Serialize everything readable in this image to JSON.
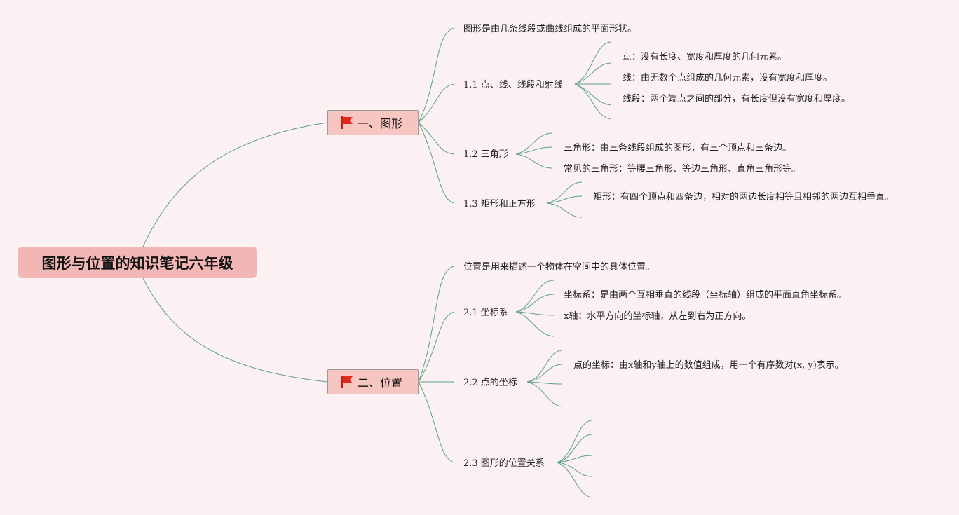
{
  "root": {
    "title": "图形与位置的知识笔记六年级"
  },
  "topics": [
    {
      "label": "一、图形",
      "icon": "red-flag-icon",
      "children": [
        {
          "label": "图形是由几条线段或曲线组成的平面形状。"
        },
        {
          "label": "1.1 点、线、线段和射线",
          "children": [
            "点：没有长度、宽度和厚度的几何元素。",
            "线：由无数个点组成的几何元素，没有宽度和厚度。",
            "线段：两个端点之间的部分，有长度但没有宽度和厚度。"
          ]
        },
        {
          "label": "1.2 三角形",
          "children": [
            "三角形：由三条线段组成的图形，有三个顶点和三条边。",
            "常见的三角形：等腰三角形、等边三角形、直角三角形等。"
          ]
        },
        {
          "label": "1.3 矩形和正方形",
          "children": [
            "矩形：有四个顶点和四条边，相对的两边长度相等且相邻的两边互相垂直。"
          ]
        }
      ]
    },
    {
      "label": "二、位置",
      "icon": "red-flag-icon",
      "children": [
        {
          "label": "位置是用来描述一个物体在空间中的具体位置。"
        },
        {
          "label": "2.1 坐标系",
          "children": [
            "坐标系：是由两个互相垂直的线段（坐标轴）组成的平面直角坐标系。",
            "x轴：水平方向的坐标轴，从左到右为正方向。"
          ]
        },
        {
          "label": "2.2 点的坐标",
          "children": [
            "点的坐标：由x轴和y轴上的数值组成，用一个有序数对(x, y)表示。"
          ]
        },
        {
          "label": "2.3 图形的位置关系",
          "children": []
        }
      ]
    }
  ],
  "colors": {
    "background": "#fbf1f3",
    "root": "#f2b6b4",
    "topic": "#f7c5c2",
    "line": "#5d9e8b",
    "flag": "#e02b1c"
  }
}
